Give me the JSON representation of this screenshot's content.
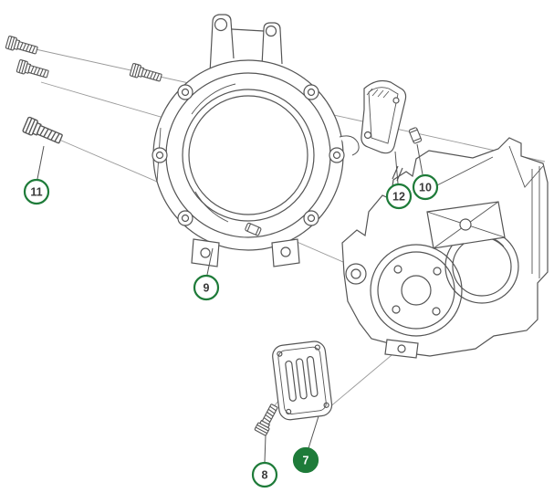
{
  "diagram": {
    "kind": "exploded-parts-diagram",
    "selected_callout": "7"
  },
  "colors": {
    "accent": "#1e7b39",
    "line": "#555555",
    "axis": "#9a9a9a",
    "callout_bg": "#ffffff",
    "callout_text": "#3a3a3a",
    "selected_text": "#ffffff"
  },
  "callouts": {
    "c7": {
      "label": "7"
    },
    "c8": {
      "label": "8"
    },
    "c9": {
      "label": "9"
    },
    "c10": {
      "label": "10"
    },
    "c11": {
      "label": "11"
    },
    "c12": {
      "label": "12"
    }
  }
}
